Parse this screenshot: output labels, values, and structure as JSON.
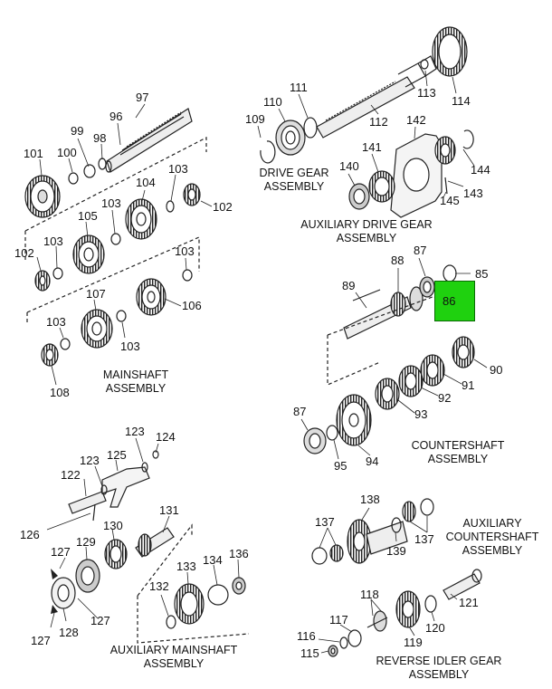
{
  "highlight": {
    "part": "86",
    "color": "#1fd10f"
  },
  "assemblies": {
    "mainshaft": [
      "MAINSHAFT",
      "ASSEMBLY"
    ],
    "drive_gear": [
      "DRIVE GEAR",
      "ASSEMBLY"
    ],
    "aux_drive_gear": [
      "AUXILIARY DRIVE GEAR",
      "ASSEMBLY"
    ],
    "countershaft": [
      "COUNTERSHAFT",
      "ASSEMBLY"
    ],
    "aux_countershaft": [
      "AUXILIARY",
      "COUNTERSHAFT",
      "ASSEMBLY"
    ],
    "aux_mainshaft": [
      "AUXILIARY MAINSHAFT",
      "ASSEMBLY"
    ],
    "reverse_idler": [
      "REVERSE IDLER GEAR",
      "ASSEMBLY"
    ]
  },
  "callouts": {
    "n97": "97",
    "n96": "96",
    "n99": "99",
    "n98": "98",
    "n100": "100",
    "n101": "101",
    "n103a": "103",
    "n102a": "102",
    "n104": "104",
    "n103b": "103",
    "n105": "105",
    "n102b": "102",
    "n103c": "103",
    "n103d": "103",
    "n107": "107",
    "n106": "106",
    "n103e": "103",
    "n103f": "103",
    "n108": "108",
    "n111": "111",
    "n110": "110",
    "n109": "109",
    "n112": "112",
    "n113": "113",
    "n114": "114",
    "n142": "142",
    "n141": "141",
    "n140": "140",
    "n144": "144",
    "n143": "143",
    "n145": "145",
    "n87a": "87",
    "n88": "88",
    "n85": "85",
    "n89": "89",
    "n90": "90",
    "n91": "91",
    "n92": "92",
    "n93": "93",
    "n87b": "87",
    "n95": "95",
    "n94": "94",
    "n123a": "123",
    "n124": "124",
    "n123b": "123",
    "n125": "125",
    "n122": "122",
    "n126": "126",
    "n131": "131",
    "n130": "130",
    "n127a": "127",
    "n129": "129",
    "n136": "136",
    "n134": "134",
    "n133": "133",
    "n132": "132",
    "n127b": "127",
    "n127c": "127",
    "n128": "128",
    "n138": "138",
    "n137a": "137",
    "n139": "139",
    "n137b": "137",
    "n118": "118",
    "n121": "121",
    "n117": "117",
    "n116": "116",
    "n120": "120",
    "n115": "115",
    "n119": "119"
  }
}
